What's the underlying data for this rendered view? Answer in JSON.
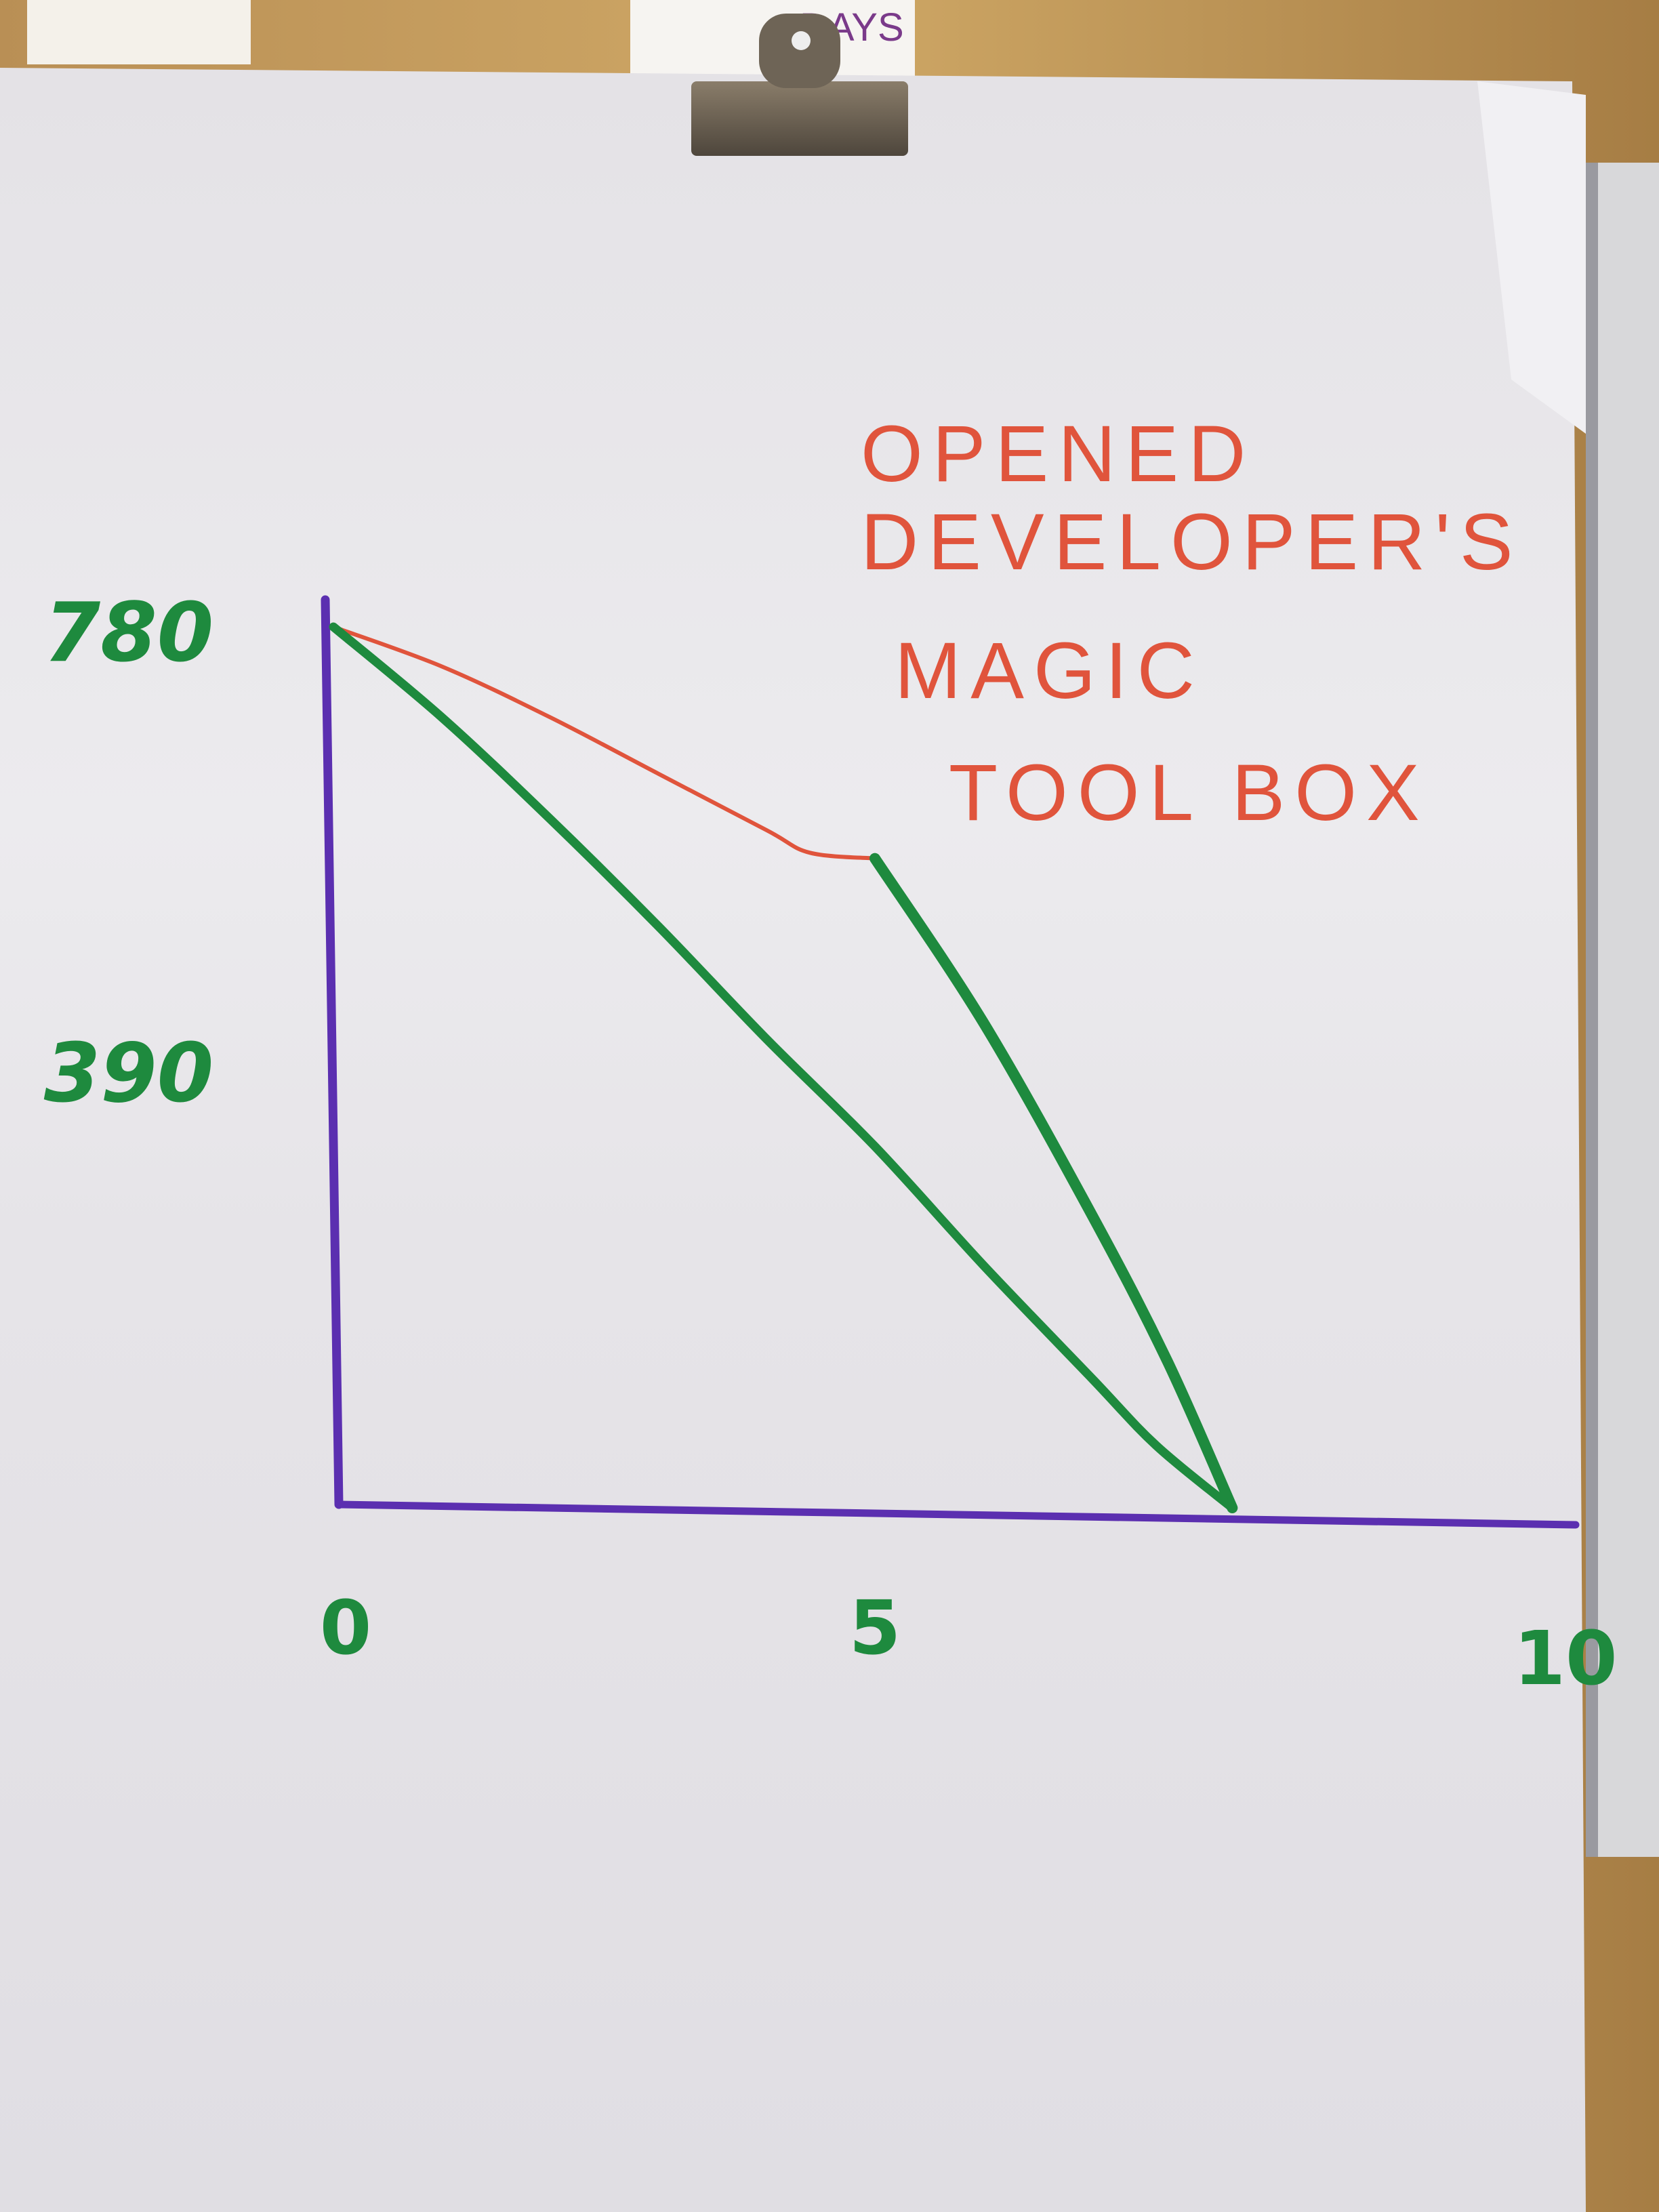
{
  "background_sign": {
    "text": "DAYS"
  },
  "chart_data": {
    "type": "line",
    "title": "",
    "annotation": [
      "OPENED",
      "DEVELOPER'S",
      "MAGIC",
      "TOOL BOX"
    ],
    "xlabel": "",
    "ylabel": "",
    "xlim": [
      0,
      10
    ],
    "ylim": [
      0,
      780
    ],
    "x_ticks": [
      {
        "value": 0,
        "label": "0"
      },
      {
        "value": 5,
        "label": "5"
      },
      {
        "value": 10,
        "label": "10"
      }
    ],
    "y_ticks": [
      {
        "value": 390,
        "label": "390"
      },
      {
        "value": 780,
        "label": "780"
      }
    ],
    "series": [
      {
        "color": "#e0543c",
        "points": [
          [
            0,
            780
          ],
          [
            1,
            745
          ],
          [
            2,
            700
          ],
          [
            3,
            650
          ],
          [
            4,
            600
          ],
          [
            4.4,
            580
          ],
          [
            5,
            575
          ]
        ]
      },
      {
        "color": "#1e8a3e",
        "points": [
          [
            5,
            575
          ],
          [
            6,
            430
          ],
          [
            7,
            260
          ],
          [
            7.7,
            130
          ],
          [
            8.3,
            0
          ]
        ]
      },
      {
        "color": "#1e8a3e",
        "points": [
          [
            0,
            780
          ],
          [
            1,
            700
          ],
          [
            2,
            610
          ],
          [
            3,
            515
          ],
          [
            4,
            415
          ],
          [
            5,
            320
          ],
          [
            6,
            215
          ],
          [
            7,
            115
          ],
          [
            7.6,
            55
          ],
          [
            8.3,
            0
          ]
        ]
      }
    ],
    "grid": false,
    "legend": "none",
    "colors": {
      "axes": "#5b2fb0",
      "tick_labels": "#1e8a3e",
      "annotation": "#e0543c",
      "paper": "#ecebee"
    }
  }
}
